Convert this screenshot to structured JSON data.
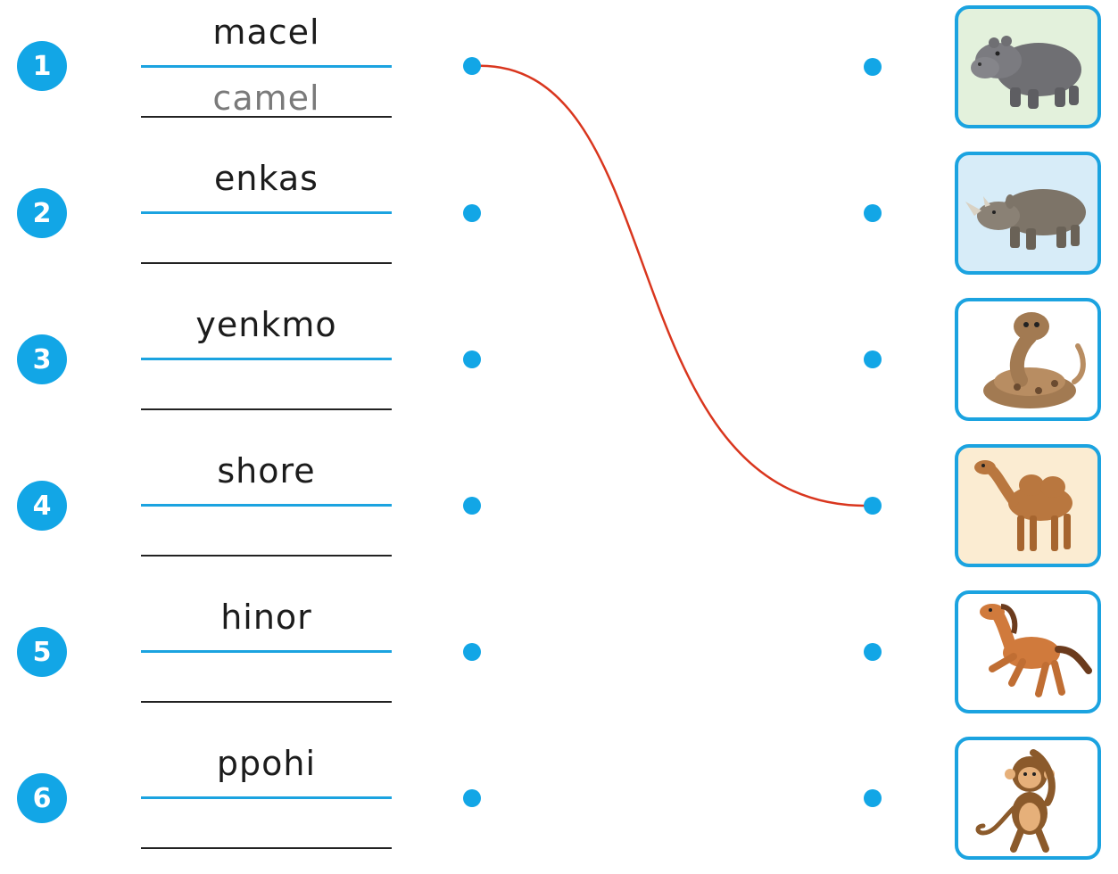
{
  "items": [
    {
      "number": "1",
      "scrambled": "macel",
      "answer": "camel"
    },
    {
      "number": "2",
      "scrambled": "enkas",
      "answer": ""
    },
    {
      "number": "3",
      "scrambled": "yenkmo",
      "answer": ""
    },
    {
      "number": "4",
      "scrambled": "shore",
      "answer": ""
    },
    {
      "number": "5",
      "scrambled": "hinor",
      "answer": ""
    },
    {
      "number": "6",
      "scrambled": "ppohi",
      "answer": ""
    }
  ],
  "pictures": [
    {
      "icon": "hippo-icon",
      "bg": "#e3f1dc"
    },
    {
      "icon": "rhino-icon",
      "bg": "#d7ecf8"
    },
    {
      "icon": "snake-icon",
      "bg": "#ffffff"
    },
    {
      "icon": "camel-icon",
      "bg": "#fbecd2"
    },
    {
      "icon": "horse-icon",
      "bg": "#ffffff"
    },
    {
      "icon": "monkey-icon",
      "bg": "#ffffff"
    }
  ],
  "connection": {
    "from_item": 1,
    "to_picture": 4,
    "color": "#d9361e"
  },
  "colors": {
    "accent": "#12a6e6",
    "write_line": "#1ba3e0",
    "line": "#d9361e"
  }
}
